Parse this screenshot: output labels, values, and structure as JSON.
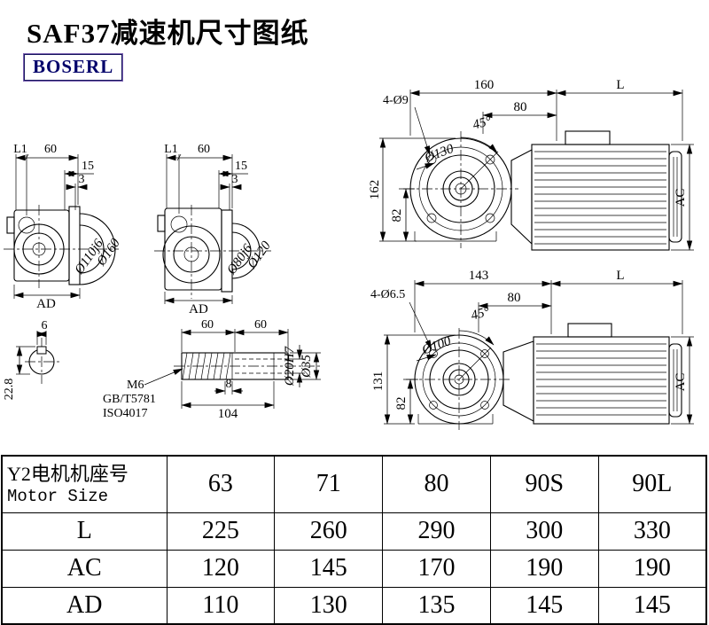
{
  "page": {
    "title": "SAF37减速机尺寸图纸",
    "logo": "BOSERL"
  },
  "colors": {
    "line": "#000000",
    "logo_text": "#00006a",
    "logo_border": "#17175e"
  },
  "drawings": {
    "top": {
      "dim_width": "160",
      "dim_l": "L",
      "dim_80": "80",
      "holes": "4-Ø9",
      "angle": "45°",
      "bolt_circle": "Ø130",
      "dim_height": "162",
      "dim_82": "82",
      "dim_ac": "AC"
    },
    "mid": {
      "dim_width": "143",
      "dim_l": "L",
      "dim_80": "80",
      "holes": "4-Ø6.5",
      "angle": "45°",
      "bolt_circle": "Ø100",
      "dim_height": "131",
      "dim_82": "82",
      "dim_ac": "AC"
    },
    "side1": {
      "dim_l1": "L1",
      "dim_60": "60",
      "dim_15": "15",
      "dim_3": "3",
      "dia_spigot": "Ø110j6",
      "dia_flange": "Ø160",
      "dim_ad": "AD"
    },
    "side2": {
      "dim_l1": "L1",
      "dim_60": "60",
      "dim_15": "15",
      "dim_3": "3",
      "dia_spigot": "Ø80j6",
      "dia_flange": "Ø120",
      "dim_ad": "AD"
    },
    "key": {
      "dim_6": "6",
      "dim_depth": "22.8"
    },
    "shaft": {
      "dim_60a": "60",
      "dim_60b": "60",
      "thread": "M6",
      "std1": "GB/T5781",
      "std2": "ISO4017",
      "dim_8": "8",
      "dim_104": "104",
      "dia_bore": "Ø20H7",
      "dia_od": "Ø35"
    }
  },
  "table": {
    "header_cn": "Y2电机机座号",
    "header_en": "Motor Size",
    "columns": [
      "63",
      "71",
      "80",
      "90S",
      "90L"
    ],
    "rows": [
      {
        "label": "L",
        "values": [
          "225",
          "260",
          "290",
          "300",
          "330"
        ]
      },
      {
        "label": "AC",
        "values": [
          "120",
          "145",
          "170",
          "190",
          "190"
        ]
      },
      {
        "label": "AD",
        "values": [
          "110",
          "130",
          "135",
          "145",
          "145"
        ]
      }
    ]
  }
}
